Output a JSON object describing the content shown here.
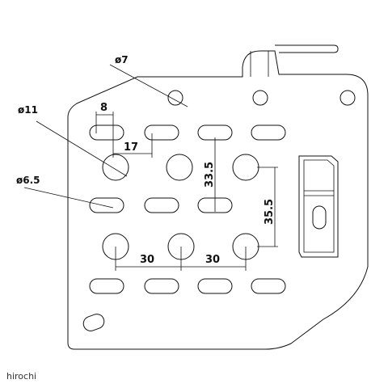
{
  "labels": {
    "d7": "ø7",
    "d11": "ø11",
    "d65": "ø6.5"
  },
  "dimensions": {
    "slot_width": "8",
    "slot_spacing": "17",
    "vertical_a": "33.5",
    "vertical_b": "35.5",
    "spacing_left": "30",
    "spacing_right": "30"
  },
  "caption": "hirochi",
  "colors": {
    "line": "#111111",
    "background": "#ffffff"
  }
}
